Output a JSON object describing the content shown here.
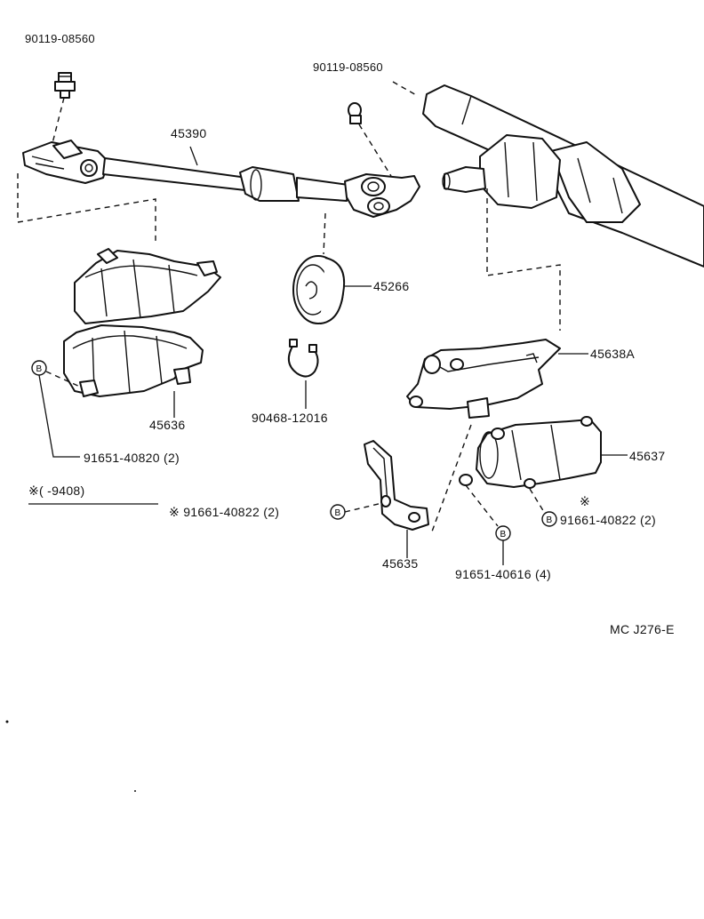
{
  "labels": {
    "bolt_top_left": "90119-08560",
    "bolt_top_center": "90119-08560",
    "shaft": "45390",
    "grommet": "45266",
    "clamp": "90468-12016",
    "cover_left": "45636",
    "screw_left": "91651-40820 (2)",
    "note": "※(        -9408)",
    "screw_left2": "※ 91661-40822 (2)",
    "bracket": "45635",
    "cover_upper_right": "45638A",
    "cover_lower_right": "45637",
    "screw_right_mark": "※",
    "screw_right": "91661-40822 (2)",
    "screw_bottom": "91651-40616 (4)",
    "figure_code": "MC J276-E"
  },
  "badge_letter": "B"
}
